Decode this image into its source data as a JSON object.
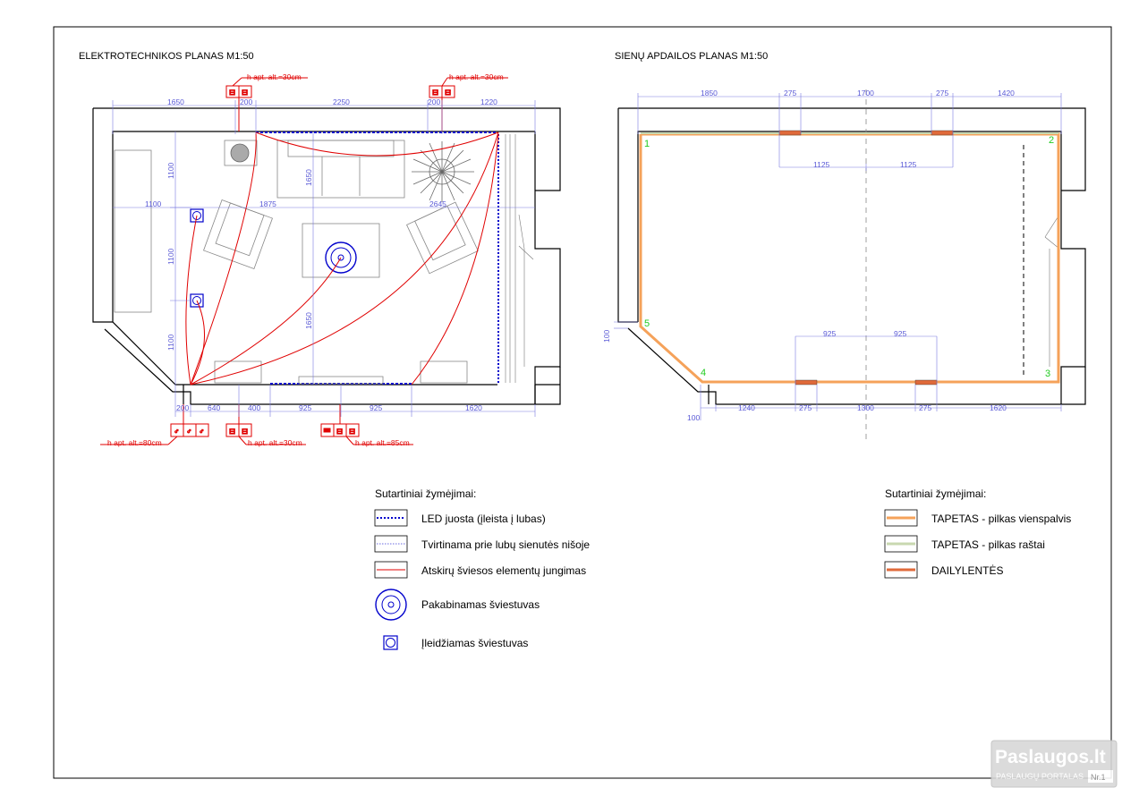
{
  "titles": {
    "left": "ELEKTROTECHNIKOS PLANAS M1:50",
    "right": "SIENŲ APDAILOS PLANAS M1:50"
  },
  "left_plan": {
    "notes": {
      "n1": "h apt. alt.=30cm",
      "n2": "h apt. alt.=30cm",
      "n3": "h apt. alt.=80cm",
      "n4": "h apt. alt.=30cm",
      "n5": "h apt. alt.=85cm"
    },
    "dims_top": [
      "1650",
      "200",
      "2250",
      "200",
      "1220"
    ],
    "dims_mid": [
      "1100",
      "1875",
      "2645"
    ],
    "dims_left": [
      "1100",
      "1100",
      "1100"
    ],
    "dims_inner": [
      "1650",
      "1650"
    ],
    "dims_bottom": [
      "200",
      "640",
      "400",
      "925",
      "925",
      "1620"
    ]
  },
  "right_plan": {
    "dims_top": [
      "1850",
      "275",
      "1700",
      "275",
      "1420"
    ],
    "dims_top_inner": [
      "1125",
      "1125"
    ],
    "dims_mid_inner": [
      "925",
      "925"
    ],
    "dims_bottom": [
      "100",
      "1240",
      "275",
      "1300",
      "275",
      "1620"
    ],
    "dims_left": "100",
    "points": [
      "1",
      "2",
      "3",
      "4",
      "5"
    ]
  },
  "legend_left": {
    "title": "Sutartiniai žymėjimai:",
    "items": [
      "LED juosta (įleista į lubas)",
      "Tvirtinama prie lubų sienutės nišoje",
      "Atskirų šviesos elementų jungimas",
      "Pakabinamas šviestuvas",
      "Įleidžiamas šviestuvas"
    ]
  },
  "legend_right": {
    "title": "Sutartiniai žymėjimai:",
    "items": [
      "TAPETAS - pilkas vienspalvis",
      "TAPETAS - pilkas raštai",
      "DAILYLENTĖS"
    ]
  },
  "colors": {
    "wall": "#000000",
    "dimension": "#5a5ad6",
    "wiring": "#e00000",
    "led": "#0000cc",
    "wallpaper_plain": "#f5a25a",
    "wallpaper_pattern": "#c8d8b0",
    "panels": "#e06a3a",
    "point_labels": "#22cc22"
  },
  "watermark": {
    "title": "Paslaugos.lt",
    "subtitle": "PASLAUGŲ PORTALAS",
    "badge": "Nr.1"
  }
}
